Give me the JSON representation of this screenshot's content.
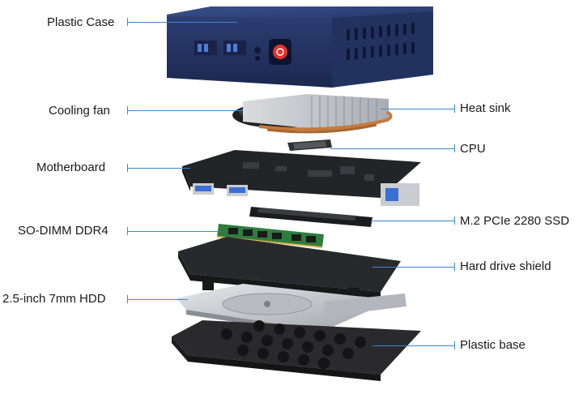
{
  "labels": {
    "plastic_case": "Plastic Case",
    "cooling_fan": "Cooling fan",
    "heat_sink": "Heat sink",
    "cpu": "CPU",
    "motherboard": "Motherboard",
    "so_dimm": "SO-DIMM DDR4",
    "m2_ssd": "M.2 PCIe 2280 SSD",
    "hdd_shield": "Hard drive shield",
    "hdd": "2.5-inch 7mm HDD",
    "plastic_base": "Plastic base"
  },
  "colors": {
    "leader_line": "#3b86d6",
    "case_blue": "#2c3e73",
    "power_red": "#e0332b",
    "board_black": "#222428",
    "ram_green": "#2f7d3c",
    "metal_silver": "#c9ccd1",
    "copper": "#c47a3c",
    "base_black": "#2a2a2c"
  }
}
